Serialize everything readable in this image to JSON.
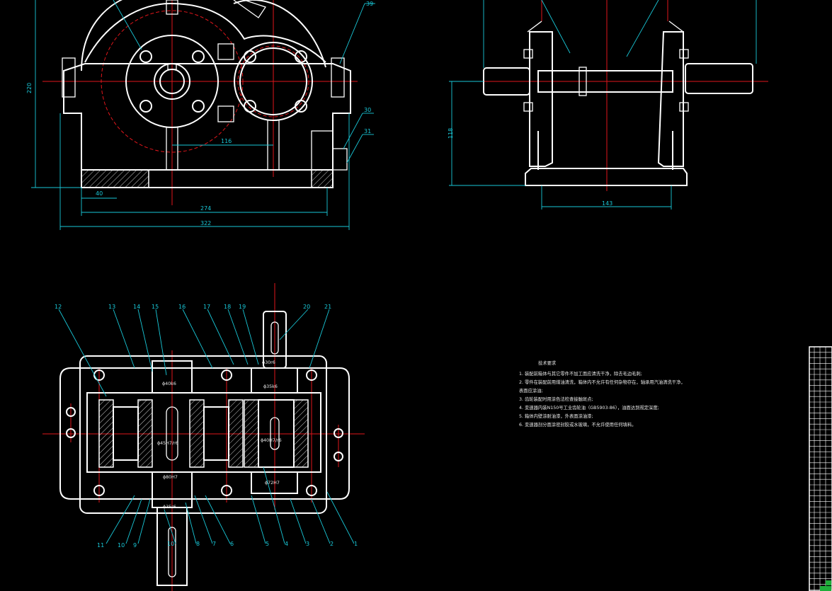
{
  "colors": {
    "background": "#000000",
    "outline": "#ffffff",
    "centerline": "#e0161b",
    "dimension": "#19c8d8"
  },
  "front_view": {
    "dims": {
      "height": "220",
      "center_distance": "116",
      "foot": "40",
      "base": "274",
      "overall": "322"
    },
    "balloons": [
      "39",
      "30",
      "31"
    ]
  },
  "side_view": {
    "dims": {
      "height": "118",
      "width": "143"
    }
  },
  "plan_view": {
    "top_balloons": [
      "12",
      "13",
      "14",
      "15",
      "16",
      "17",
      "18",
      "19",
      "20",
      "21"
    ],
    "bottom_balloons": [
      "11",
      "10",
      "9",
      "10",
      "8",
      "7",
      "6",
      "5",
      "4",
      "3",
      "2",
      "1"
    ],
    "fits": {
      "f1": "ϕ30r6",
      "f2": "ϕ35k6",
      "f3": "ϕ40k6",
      "f4": "ϕ45H7/r6",
      "f5": "ϕ40H7/r6",
      "f6": "ϕ80H7",
      "f7": "ϕ72H7",
      "f8": "ϕ35r6"
    }
  },
  "tech_notes": {
    "title": "技术要求",
    "lines": [
      "1. 装配前箱体与其它零件不加工面应清洗干净，除去毛边毛刺;",
      "2. 零件在装配前用煤油清洗，箱体内不允许有任何杂物存在，轴承用汽油清洗干净，",
      "表面应涂油;",
      "3. 齿轮装配时用涂色法检查接触斑点;",
      "4. 变速器内装N150号工业齿轮油（GB5903-86），油面达到规定深度;",
      "5. 箱体内壁涂耐油漆，外表面涂油漆;",
      "6. 变速器剖分面涂密封胶或水玻璃，不允许使用任何填料。"
    ]
  },
  "title_block": {}
}
